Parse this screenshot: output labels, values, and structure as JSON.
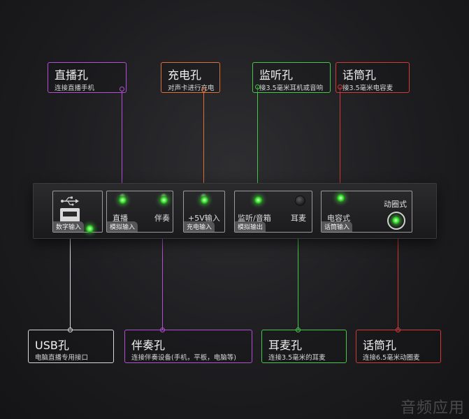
{
  "colors": {
    "purple": "#b14fd6",
    "orange": "#e0703a",
    "green": "#45c84a",
    "red": "#d23a3a",
    "white": "#d8d8d8",
    "led": "#45e83a"
  },
  "callouts": {
    "live": {
      "title": "直播孔",
      "desc": "连接直播手机"
    },
    "charge": {
      "title": "充电孔",
      "desc": "对声卡进行充电"
    },
    "monitor": {
      "title": "监听孔",
      "desc": "接3.5毫米耳机或音响"
    },
    "mic_top": {
      "title": "话筒孔",
      "desc": "接3.5毫米电容麦"
    },
    "usb": {
      "title": "USB孔",
      "desc": "电脑直播专用接口"
    },
    "accomp": {
      "title": "伴奏孔",
      "desc": "连接伴奏设备(手机，平板，电脑等)"
    },
    "headset": {
      "title": "耳麦孔",
      "desc": "连接3.5毫米的耳麦"
    },
    "mic_bottom": {
      "title": "话筒孔",
      "desc": "连接6.5毫米动圈麦"
    }
  },
  "panel": {
    "digital": {
      "tag": "数字输入",
      "icon": "usb-icon"
    },
    "analog_in": {
      "tag": "模拟输入",
      "live_label": "直播",
      "accomp_label": "伴奏"
    },
    "charge_in": {
      "tag": "充电输入",
      "label": "+5V输入"
    },
    "analog_out": {
      "tag": "模拟输出",
      "monitor_label": "监听/音箱",
      "headset_label": "耳麦"
    },
    "mic_in": {
      "tag": "话筒输入",
      "condenser_label": "电容式",
      "dynamic_label": "动圈式"
    }
  },
  "watermark": "音频应用"
}
